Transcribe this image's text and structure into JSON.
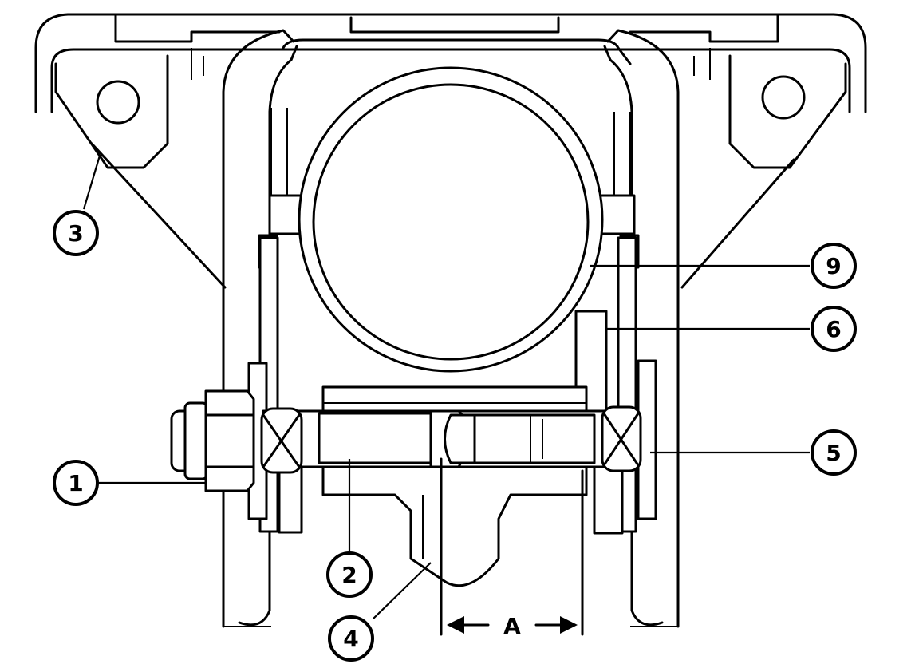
{
  "diagram": {
    "callouts": [
      {
        "id": "c1",
        "label": "1"
      },
      {
        "id": "c2",
        "label": "2"
      },
      {
        "id": "c3",
        "label": "3"
      },
      {
        "id": "c4",
        "label": "4"
      },
      {
        "id": "c5",
        "label": "5"
      },
      {
        "id": "c6",
        "label": "6"
      },
      {
        "id": "c9",
        "label": "9"
      }
    ],
    "dimension": {
      "label": "A"
    }
  }
}
